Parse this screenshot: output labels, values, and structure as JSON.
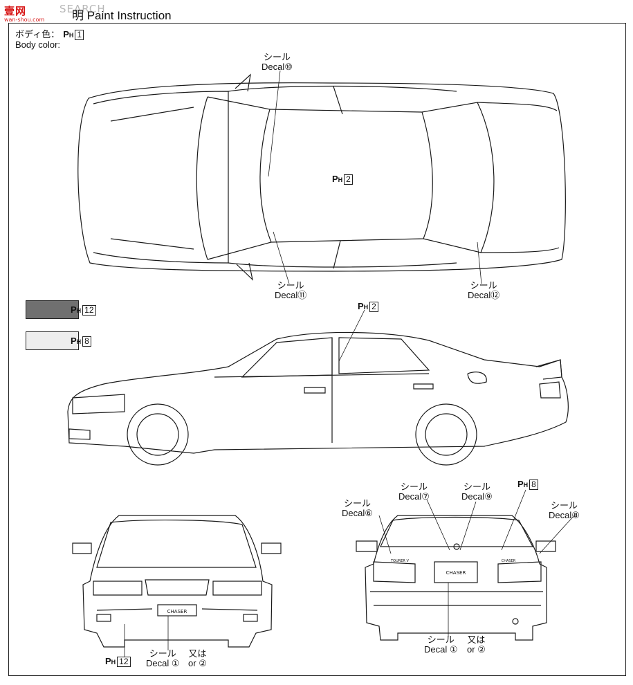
{
  "header": {
    "logo_text": "壹网",
    "logo_sub": "wan-shou.com",
    "watermark": "SEARCH",
    "title": "明 Paint Instruction",
    "body_color_jp": "ボディ色：",
    "body_color_en": "Body color:",
    "body_color_code": "1"
  },
  "colors": {
    "swatch_dark": "#707070",
    "swatch_light": "#eeeeee",
    "line": "#1a1a1a"
  },
  "legend": [
    {
      "code": "12"
    },
    {
      "code": "8"
    }
  ],
  "labels": {
    "decal_jp": "シール",
    "decal_en": "Decal",
    "or_jp": "又は",
    "or_en": "or",
    "p_letter": "P",
    "p_sub": "H"
  },
  "callouts": {
    "top_decal_10": "⑩",
    "top_decal_11": "⑪",
    "top_decal_12": "⑫",
    "top_roof_code": "2",
    "side_code": "2",
    "rear_decal_6": "⑥",
    "rear_decal_7": "⑦",
    "rear_decal_9": "⑨",
    "rear_decal_8": "⑧",
    "rear_code": "8",
    "rear_decal_1": "①",
    "rear_decal_2": "②",
    "front_code": "12",
    "front_decal_1": "①",
    "front_decal_2": "②"
  },
  "plates": {
    "front": "CHASER",
    "rear": "CHASER",
    "rear_badge_left": "TOURER V",
    "rear_badge_right": "CHASER"
  }
}
